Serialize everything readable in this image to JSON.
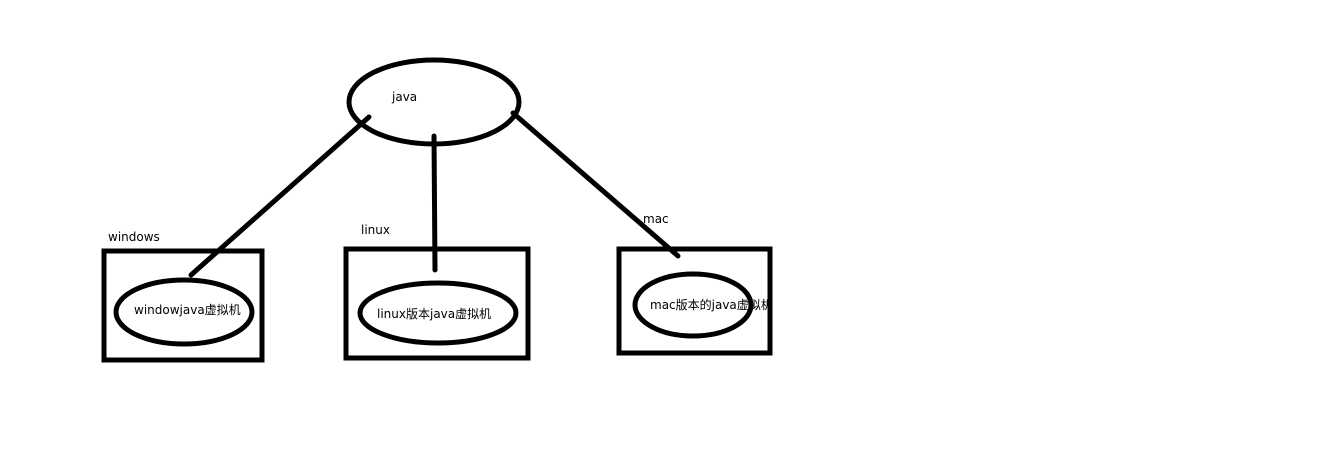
{
  "root": {
    "label": "java"
  },
  "platforms": [
    {
      "title": "windows",
      "vm_label": "windowjava虚拟机"
    },
    {
      "title": "linux",
      "vm_label": "linux版本java虚拟机"
    },
    {
      "title": "mac",
      "vm_label": "mac版本的java虚拟机"
    }
  ],
  "colors": {
    "ink": "#000000",
    "background": "#ffffff"
  }
}
